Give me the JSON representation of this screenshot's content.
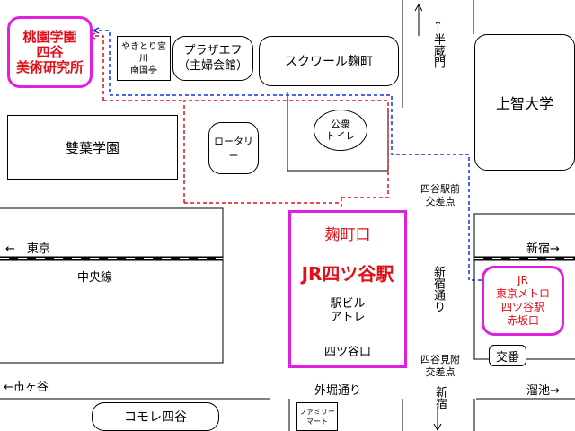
{
  "buildings": {
    "destination": {
      "line1": "桃園学園",
      "line2": "四谷",
      "line3": "美術研究所"
    },
    "yakitori": {
      "line1": "やきとり宮川",
      "line2": "南国亭"
    },
    "plaza_f": {
      "line1": "プラザエフ",
      "line2": "（主婦会館）"
    },
    "square_koujimachi": "スクワール麹町",
    "sophia": "上智大学",
    "futaba": "雙葉学園",
    "rotary": "ロータリー",
    "toilet": {
      "line1": "公衆",
      "line2": "トイレ"
    },
    "police_box": "交番",
    "comorebi": "コモレ四谷",
    "family_mart": "ファミリーマート"
  },
  "station": {
    "koujimachi_exit": "麹町口",
    "name": "JR四ツ谷駅",
    "atre_line1": "駅ビル",
    "atre_line2": "アトレ",
    "yotsuya_exit": "四ツ谷口"
  },
  "metro": {
    "line1": "JR",
    "line2": "東京メトロ",
    "line3": "四ツ谷駅",
    "line4": "赤坂口"
  },
  "labels": {
    "hanzomon": "↑半蔵門",
    "tokyo": "←　東京",
    "chuo_line": "中央線",
    "shinjuku_east": "新宿→",
    "intersection_front_line1": "四谷駅前",
    "intersection_front_line2": "交差点",
    "shinjuku_dori": "新宿通り",
    "intersection_mitsuke_line1": "四谷見附",
    "intersection_mitsuke_line2": "交差点",
    "ichigaya": "←市ヶ谷",
    "sotobori": "外堀通り",
    "shinjuku_south": "新宿",
    "tameike": "溜池→"
  },
  "colors": {
    "route_red": "#e0101a",
    "route_blue": "#1030e0",
    "highlight": "#e020e0"
  }
}
